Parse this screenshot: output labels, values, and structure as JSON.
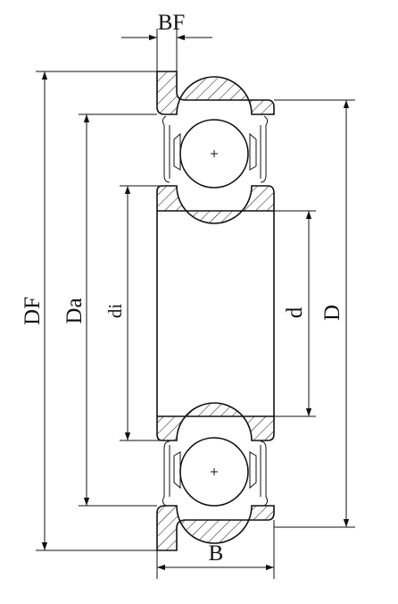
{
  "diagram": {
    "labels": {
      "bf": "BF",
      "df": "DF",
      "da": "Da",
      "di": "di",
      "d": "d",
      "D": "D",
      "b": "B"
    },
    "colors": {
      "line": "#111111",
      "background": "#ffffff"
    }
  }
}
